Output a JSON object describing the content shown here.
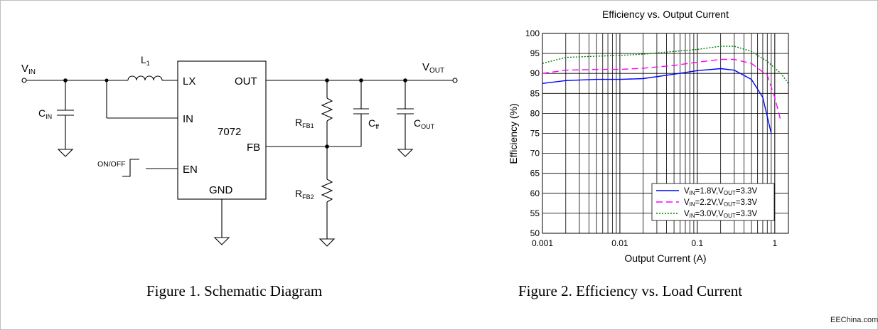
{
  "schematic": {
    "caption": "Figure 1. Schematic Diagram",
    "ic_name": "7072",
    "pins": {
      "lx": "LX",
      "in": "IN",
      "en": "EN",
      "out": "OUT",
      "fb": "FB",
      "gnd": "GND"
    },
    "components": {
      "inductor": {
        "main": "L",
        "sub": "1"
      },
      "cin": {
        "main": "C",
        "sub": "IN"
      },
      "cout": {
        "main": "C",
        "sub": "OUT"
      },
      "cff": {
        "main": "C",
        "sub": "ff"
      },
      "rfb1": {
        "main": "R",
        "sub": "FB1"
      },
      "rfb2": {
        "main": "R",
        "sub": "FB2"
      }
    },
    "terminals": {
      "vin": {
        "main": "V",
        "sub": "IN"
      },
      "vout": {
        "main": "V",
        "sub": "OUT"
      },
      "onoff": "ON/OFF"
    }
  },
  "chart_data": {
    "type": "line",
    "title": "Efficiency vs. Output Current",
    "xlabel": "Output Current (A)",
    "ylabel": "Efficiency (%)",
    "xscale": "log",
    "xlim": [
      0.001,
      1.5
    ],
    "ylim": [
      50,
      100
    ],
    "xticks": [
      "0.001",
      "0.01",
      "0.1",
      "1"
    ],
    "yticks": [
      "50",
      "55",
      "60",
      "65",
      "70",
      "75",
      "80",
      "85",
      "90",
      "95",
      "100"
    ],
    "grid": true,
    "legend_position": "bottom-right",
    "series": [
      {
        "name": "VIN=1.8V,VOUT=3.3V",
        "label": {
          "v1": "V",
          "s1": "IN",
          "t1": "=1.8V,V",
          "s2": "OUT",
          "t2": "=3.3V"
        },
        "color": "#0000ff",
        "dash": "solid",
        "x": [
          0.001,
          0.002,
          0.005,
          0.01,
          0.02,
          0.05,
          0.1,
          0.2,
          0.3,
          0.5,
          0.7,
          0.9
        ],
        "y": [
          87.5,
          88.2,
          88.5,
          88.5,
          88.7,
          89.8,
          90.7,
          91.2,
          90.8,
          88.5,
          84.0,
          75.0
        ]
      },
      {
        "name": "VIN=2.2V,VOUT=3.3V",
        "label": {
          "v1": "V",
          "s1": "IN",
          "t1": "=2.2V,V",
          "s2": "OUT",
          "t2": "=3.3V"
        },
        "color": "#ff00ff",
        "dash": "dashed",
        "x": [
          0.001,
          0.002,
          0.005,
          0.01,
          0.02,
          0.05,
          0.1,
          0.2,
          0.3,
          0.5,
          0.8,
          1.0,
          1.2
        ],
        "y": [
          90.0,
          90.8,
          91.0,
          91.0,
          91.3,
          92.0,
          92.8,
          93.5,
          93.5,
          92.5,
          89.5,
          84.0,
          78.0
        ]
      },
      {
        "name": "VIN=3.0V,VOUT=3.3V",
        "label": {
          "v1": "V",
          "s1": "IN",
          "t1": "=3.0V,V",
          "s2": "OUT",
          "t2": "=3.3V"
        },
        "color": "#008000",
        "dash": "dotted",
        "x": [
          0.001,
          0.002,
          0.005,
          0.01,
          0.02,
          0.05,
          0.1,
          0.2,
          0.3,
          0.5,
          0.8,
          1.2,
          1.5
        ],
        "y": [
          92.5,
          94.0,
          94.3,
          94.5,
          94.8,
          95.5,
          96.0,
          96.8,
          96.8,
          95.5,
          93.0,
          90.0,
          87.5
        ]
      }
    ]
  },
  "captions": {
    "figure2": "Figure 2.  Efficiency vs. Load Current"
  },
  "watermark": "EEChina.com"
}
